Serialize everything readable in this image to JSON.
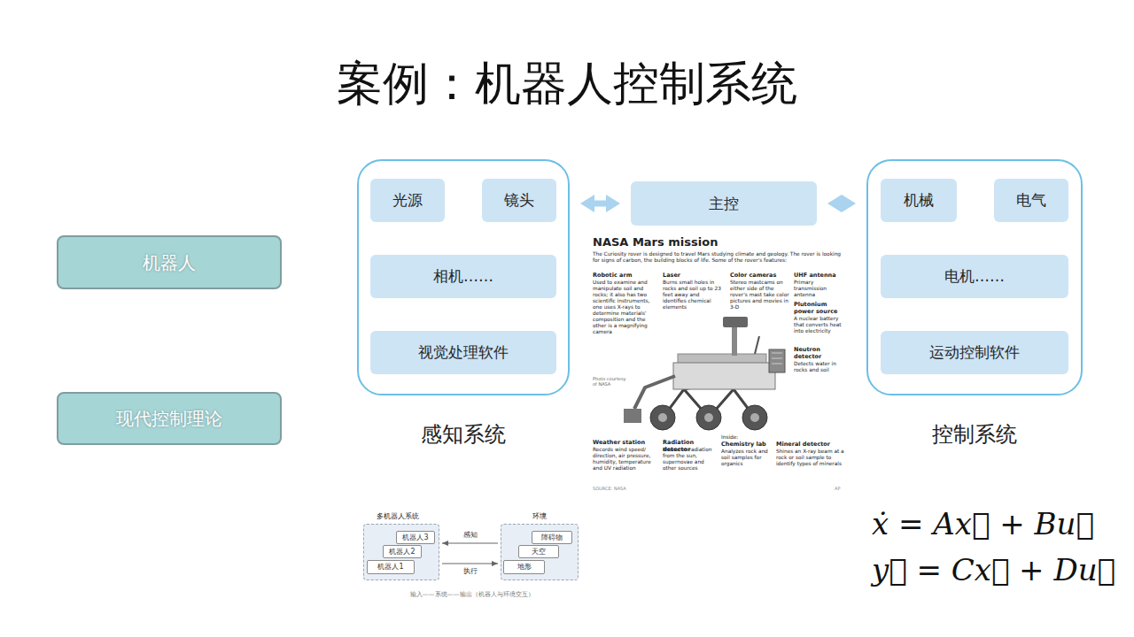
{
  "diagram": {
    "title": "案例：机器人控制系统",
    "caption": "输入——系统——输出（机器人与环境交互）",
    "nodes": [
      {
        "text": [
          "机器人"
        ]
      },
      {
        "text": [
          "感知系统"
        ]
      },
      {
        "text": [
          "光源"
        ],
        "in": 1
      },
      {
        "text": [
          "镜头"
        ],
        "in": 1
      },
      {
        "text": [
          "相机……"
        ],
        "in": 1
      },
      {
        "text": [
          "视觉处理软件"
        ],
        "in": 1
      },
      {
        "text": [
          "主控"
        ]
      },
      {
        "text": [
          "控制系统"
        ]
      },
      {
        "text": [
          "机械"
        ],
        "in": 7
      },
      {
        "text": [
          "电气"
        ],
        "in": 7
      },
      {
        "text": [
          "电机……"
        ],
        "in": 7
      },
      {
        "text": [
          "运动控制软件"
        ],
        "in": 7
      },
      {
        "text": [
          "现代控制理论"
        ]
      },
      {
        "text": [
          "多机器人系统"
        ]
      },
      {
        "text": [
          "机器人3"
        ],
        "in": 13
      },
      {
        "text": [
          "机器人2"
        ],
        "in": 13
      },
      {
        "text": [
          "机器人1"
        ],
        "in": 13
      },
      {
        "text": [
          "环境"
        ]
      },
      {
        "text": [
          "障碍物"
        ],
        "in": 17
      },
      {
        "text": [
          "天空"
        ],
        "in": 17
      },
      {
        "text": [
          "地形"
        ],
        "in": 17
      }
    ],
    "edges": [
      {
        "from": 1,
        "to": 6,
        "arrow": "both"
      },
      {
        "from": 6,
        "to": 7,
        "arrow": "both"
      },
      {
        "from": 17,
        "to": 13,
        "label": "感知",
        "arrow": "to"
      },
      {
        "from": 13,
        "to": 17,
        "label": "执行",
        "arrow": "to"
      }
    ],
    "labels": [
      "NASA Mars mission",
      "The Curiosity rover is designed to travel Mars studying climate and geology. The rover is looking for signs of carbon, the building blocks of life. Some of the rover's features:",
      "Robotic arm",
      "Used to examine and manipulate soil and rocks; it also has two scientific instruments, one uses X-rays to determine materials' composition and the other is a magnifying camera",
      "Laser",
      "Burns small holes in rocks and soil up to 23 feet away and identifies chemical elements",
      "Color cameras",
      "Stereo mastcams on either side of the rover's mast take color pictures and movies in 3-D",
      "UHF antenna",
      "Primary transmission antenna",
      "Plutonium power source",
      "A nuclear battery that converts heat into electricity",
      "Neutron detector",
      "Detects water in rocks and soil",
      "Photo courtesy of NASA",
      "Weather station",
      "Records wind speed/ direction, air pressure, humidity, temperature and UV radiation",
      "Radiation detector",
      "Measures radiation from the sun, supernovae and other sources",
      "Inside:",
      "Chemistry lab",
      "Analyzes rock and soil samples for organics",
      "Mineral detector",
      "Shines an X-ray beam at a rock or soil sample to identify types of minerals",
      "SOURCE: NASA",
      "AP",
      "ẋ = Ax⃗ + Bu⃗",
      "y⃗ = Cx⃗ + Du⃗"
    ]
  }
}
